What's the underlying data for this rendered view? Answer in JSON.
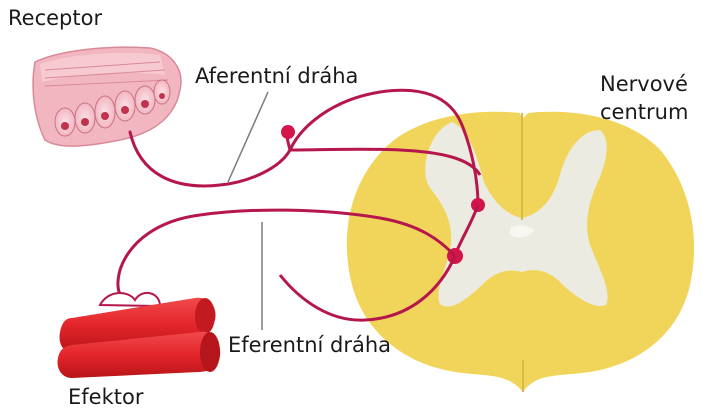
{
  "labels": {
    "receptor": "Receptor",
    "afferent_path": "Aferentní dráha",
    "nerve_center_line1": "Nervové",
    "nerve_center_line2": "centrum",
    "efferent_path": "Eferentní dráha",
    "effector": "Efektor"
  },
  "colors": {
    "nerve": "#b5174c",
    "neuron_body": "#d3154a",
    "white_matter": "#f1d55a",
    "gray_matter": "#ecebe2",
    "muscle": "#e4252b",
    "receptor_tissue": "#f2b6c0",
    "pointer_line": "#7a7a7a"
  }
}
